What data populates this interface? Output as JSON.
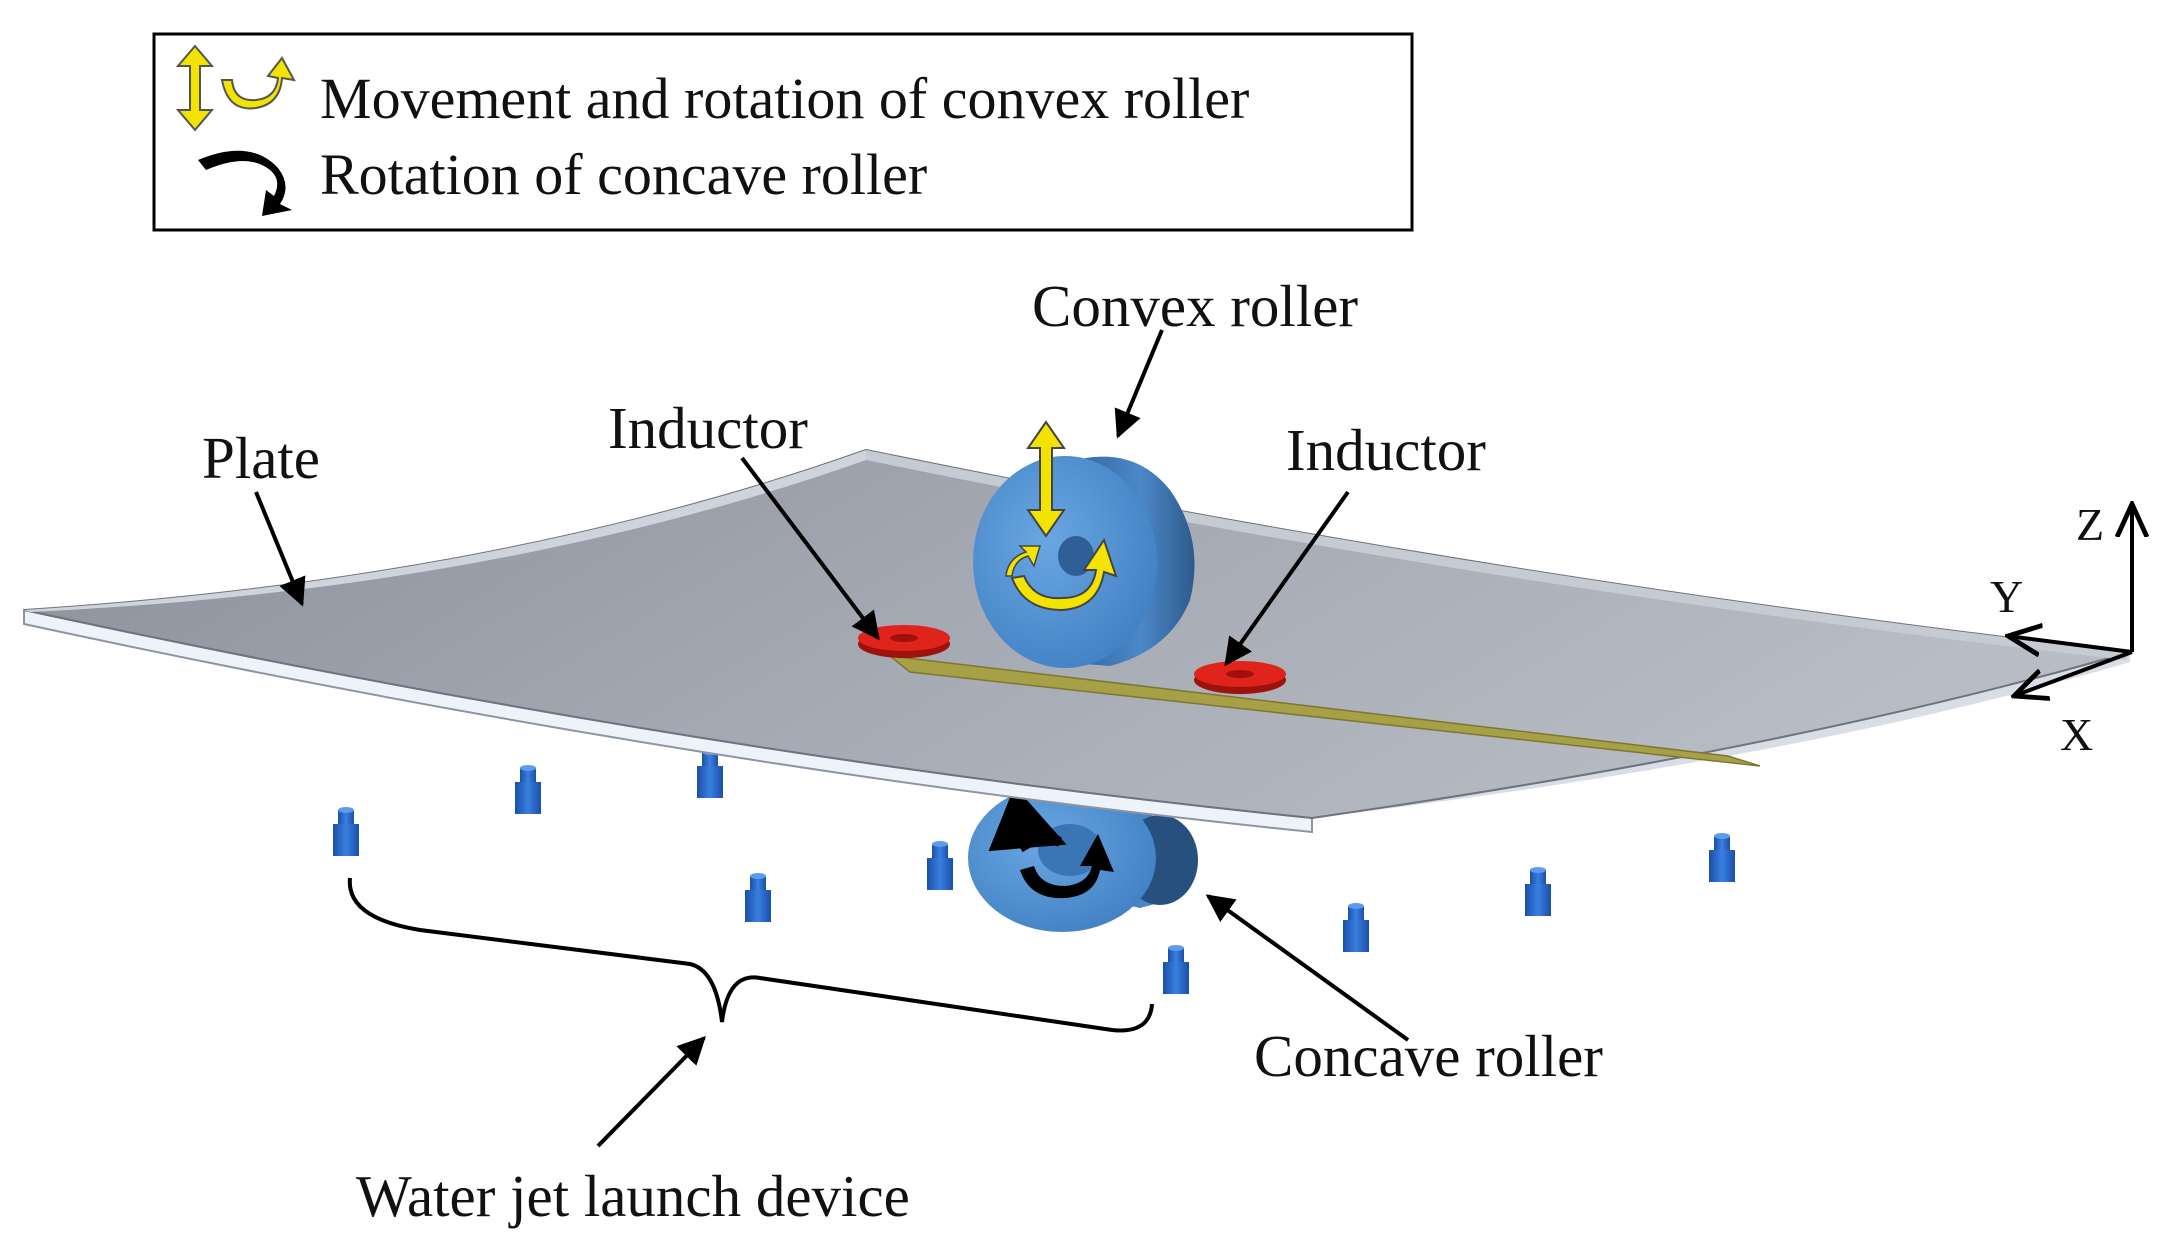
{
  "legend": {
    "items": [
      {
        "icon": "yellow-double-arrow-rotation-icon",
        "label": "Movement and rotation of convex roller"
      },
      {
        "icon": "black-curved-arrow-icon",
        "label": "Rotation of concave roller"
      }
    ]
  },
  "labels": {
    "convex_roller": "Convex roller",
    "inductor_left": "Inductor",
    "inductor_right": "Inductor",
    "plate": "Plate",
    "concave_roller": "Concave roller",
    "water_jet": "Water jet launch device"
  },
  "axes": {
    "z": "Z",
    "y": "Y",
    "x": "X"
  },
  "colors": {
    "plate_top": "#9ea3ad",
    "plate_edge": "#e4ecf6",
    "roller": "#4f8fd2",
    "inductor": "#e0241c",
    "heat_path": "#a8a046",
    "nozzle": "#1f63c8",
    "motion_arrow": "#f2e400",
    "text": "#111111"
  }
}
